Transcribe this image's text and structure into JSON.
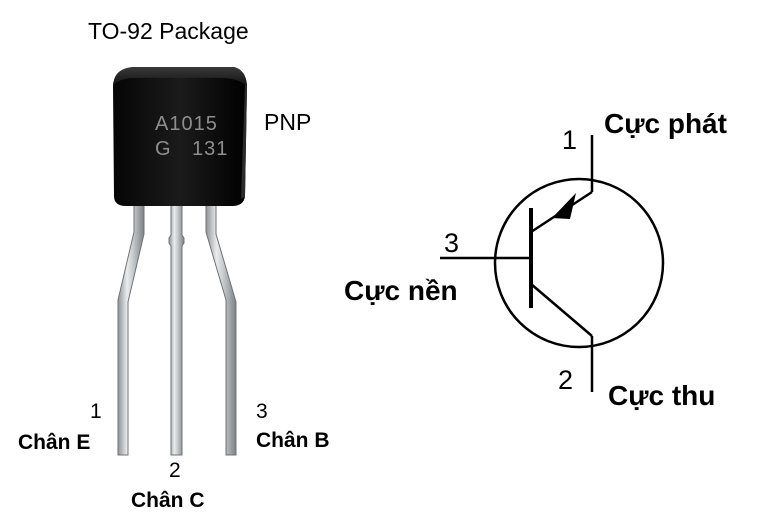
{
  "title": "TO-92 Package",
  "polarity": "PNP",
  "body_marking": {
    "line1": "A1015",
    "line2_left": "G",
    "line2_right": "131"
  },
  "package_pins": [
    {
      "number": "1",
      "name": "Chân E"
    },
    {
      "number": "2",
      "name": "Chân C"
    },
    {
      "number": "3",
      "name": "Chân B"
    }
  ],
  "symbol": {
    "emitter": {
      "number": "1",
      "label": "Cực phát"
    },
    "collector": {
      "number": "2",
      "label": "Cực thu"
    },
    "base": {
      "number": "3",
      "label": "Cực nền"
    }
  }
}
